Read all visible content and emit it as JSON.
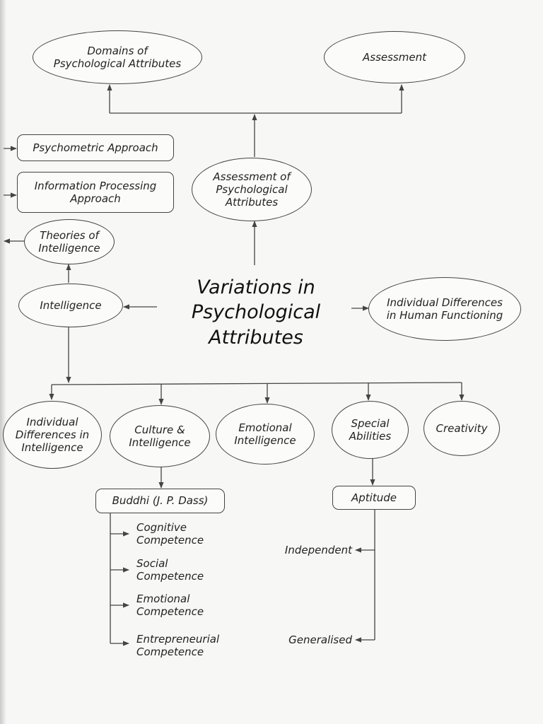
{
  "diagram": {
    "title": "Variations in\nPsychological\nAttributes",
    "nodes": {
      "domains": "Domains of\nPsychological Attributes",
      "assessment": "Assessment",
      "psychometric": "Psychometric Approach",
      "info_processing": "Information Processing\nApproach",
      "assessment_of": "Assessment of\nPsychological\nAttributes",
      "theories": "Theories of\nIntelligence",
      "intelligence": "Intelligence",
      "individual_human": "Individual Differences\nin Human Functioning",
      "indiv_intel": "Individual\nDifferences in\nIntelligence",
      "culture": "Culture &\nIntelligence",
      "emotional": "Emotional\nIntelligence",
      "special": "Special\nAbilities",
      "creativity": "Creativity",
      "buddhi": "Buddhi (J. P. Dass)",
      "aptitude": "Aptitude",
      "cognitive": "Cognitive\nCompetence",
      "social": "Social\nCompetence",
      "emotional_comp": "Emotional\nCompetence",
      "entrepreneurial": "Entrepreneurial\nCompetence",
      "independent": "Independent",
      "generalised": "Generalised"
    },
    "line_color": "#444444"
  }
}
